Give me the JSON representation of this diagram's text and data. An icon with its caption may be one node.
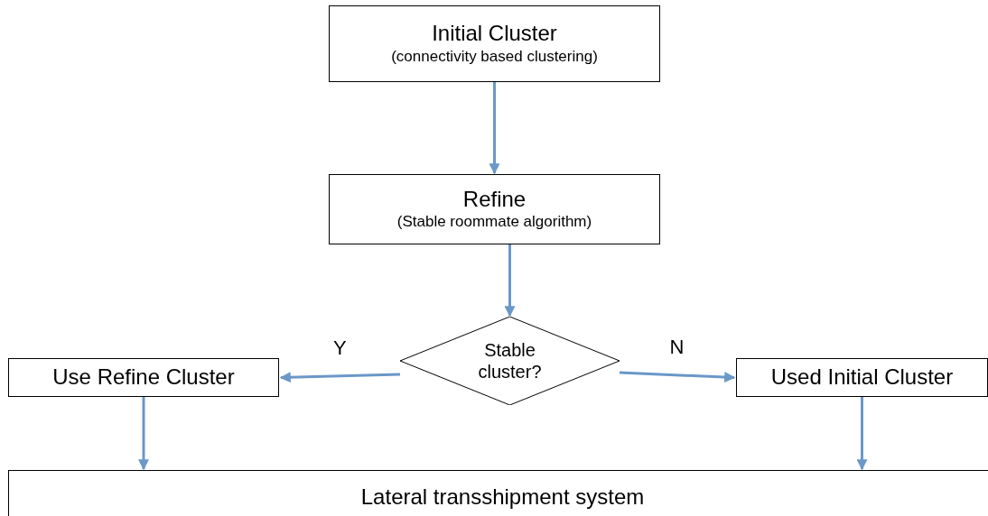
{
  "diagram": {
    "nodes": [
      {
        "text": [
          "Initial Cluster",
          "(connectivity based clustering)"
        ]
      },
      {
        "text": [
          "Refine",
          "(Stable roommate algorithm)"
        ]
      },
      {
        "text": [
          "Stable cluster?"
        ]
      },
      {
        "text": [
          "Use Refine Cluster"
        ]
      },
      {
        "text": [
          "Used Initial Cluster"
        ]
      },
      {
        "text": [
          "Lateral transshipment system"
        ]
      }
    ],
    "edges": [
      {
        "from": 0,
        "to": 1,
        "arrow": "to"
      },
      {
        "from": 1,
        "to": 2,
        "arrow": "to"
      },
      {
        "from": 2,
        "to": 3,
        "arrow": "to",
        "label": "Y"
      },
      {
        "from": 2,
        "to": 4,
        "arrow": "to",
        "label": "N"
      },
      {
        "from": 3,
        "to": 5,
        "arrow": "to"
      },
      {
        "from": 4,
        "to": 5,
        "arrow": "to"
      }
    ]
  }
}
